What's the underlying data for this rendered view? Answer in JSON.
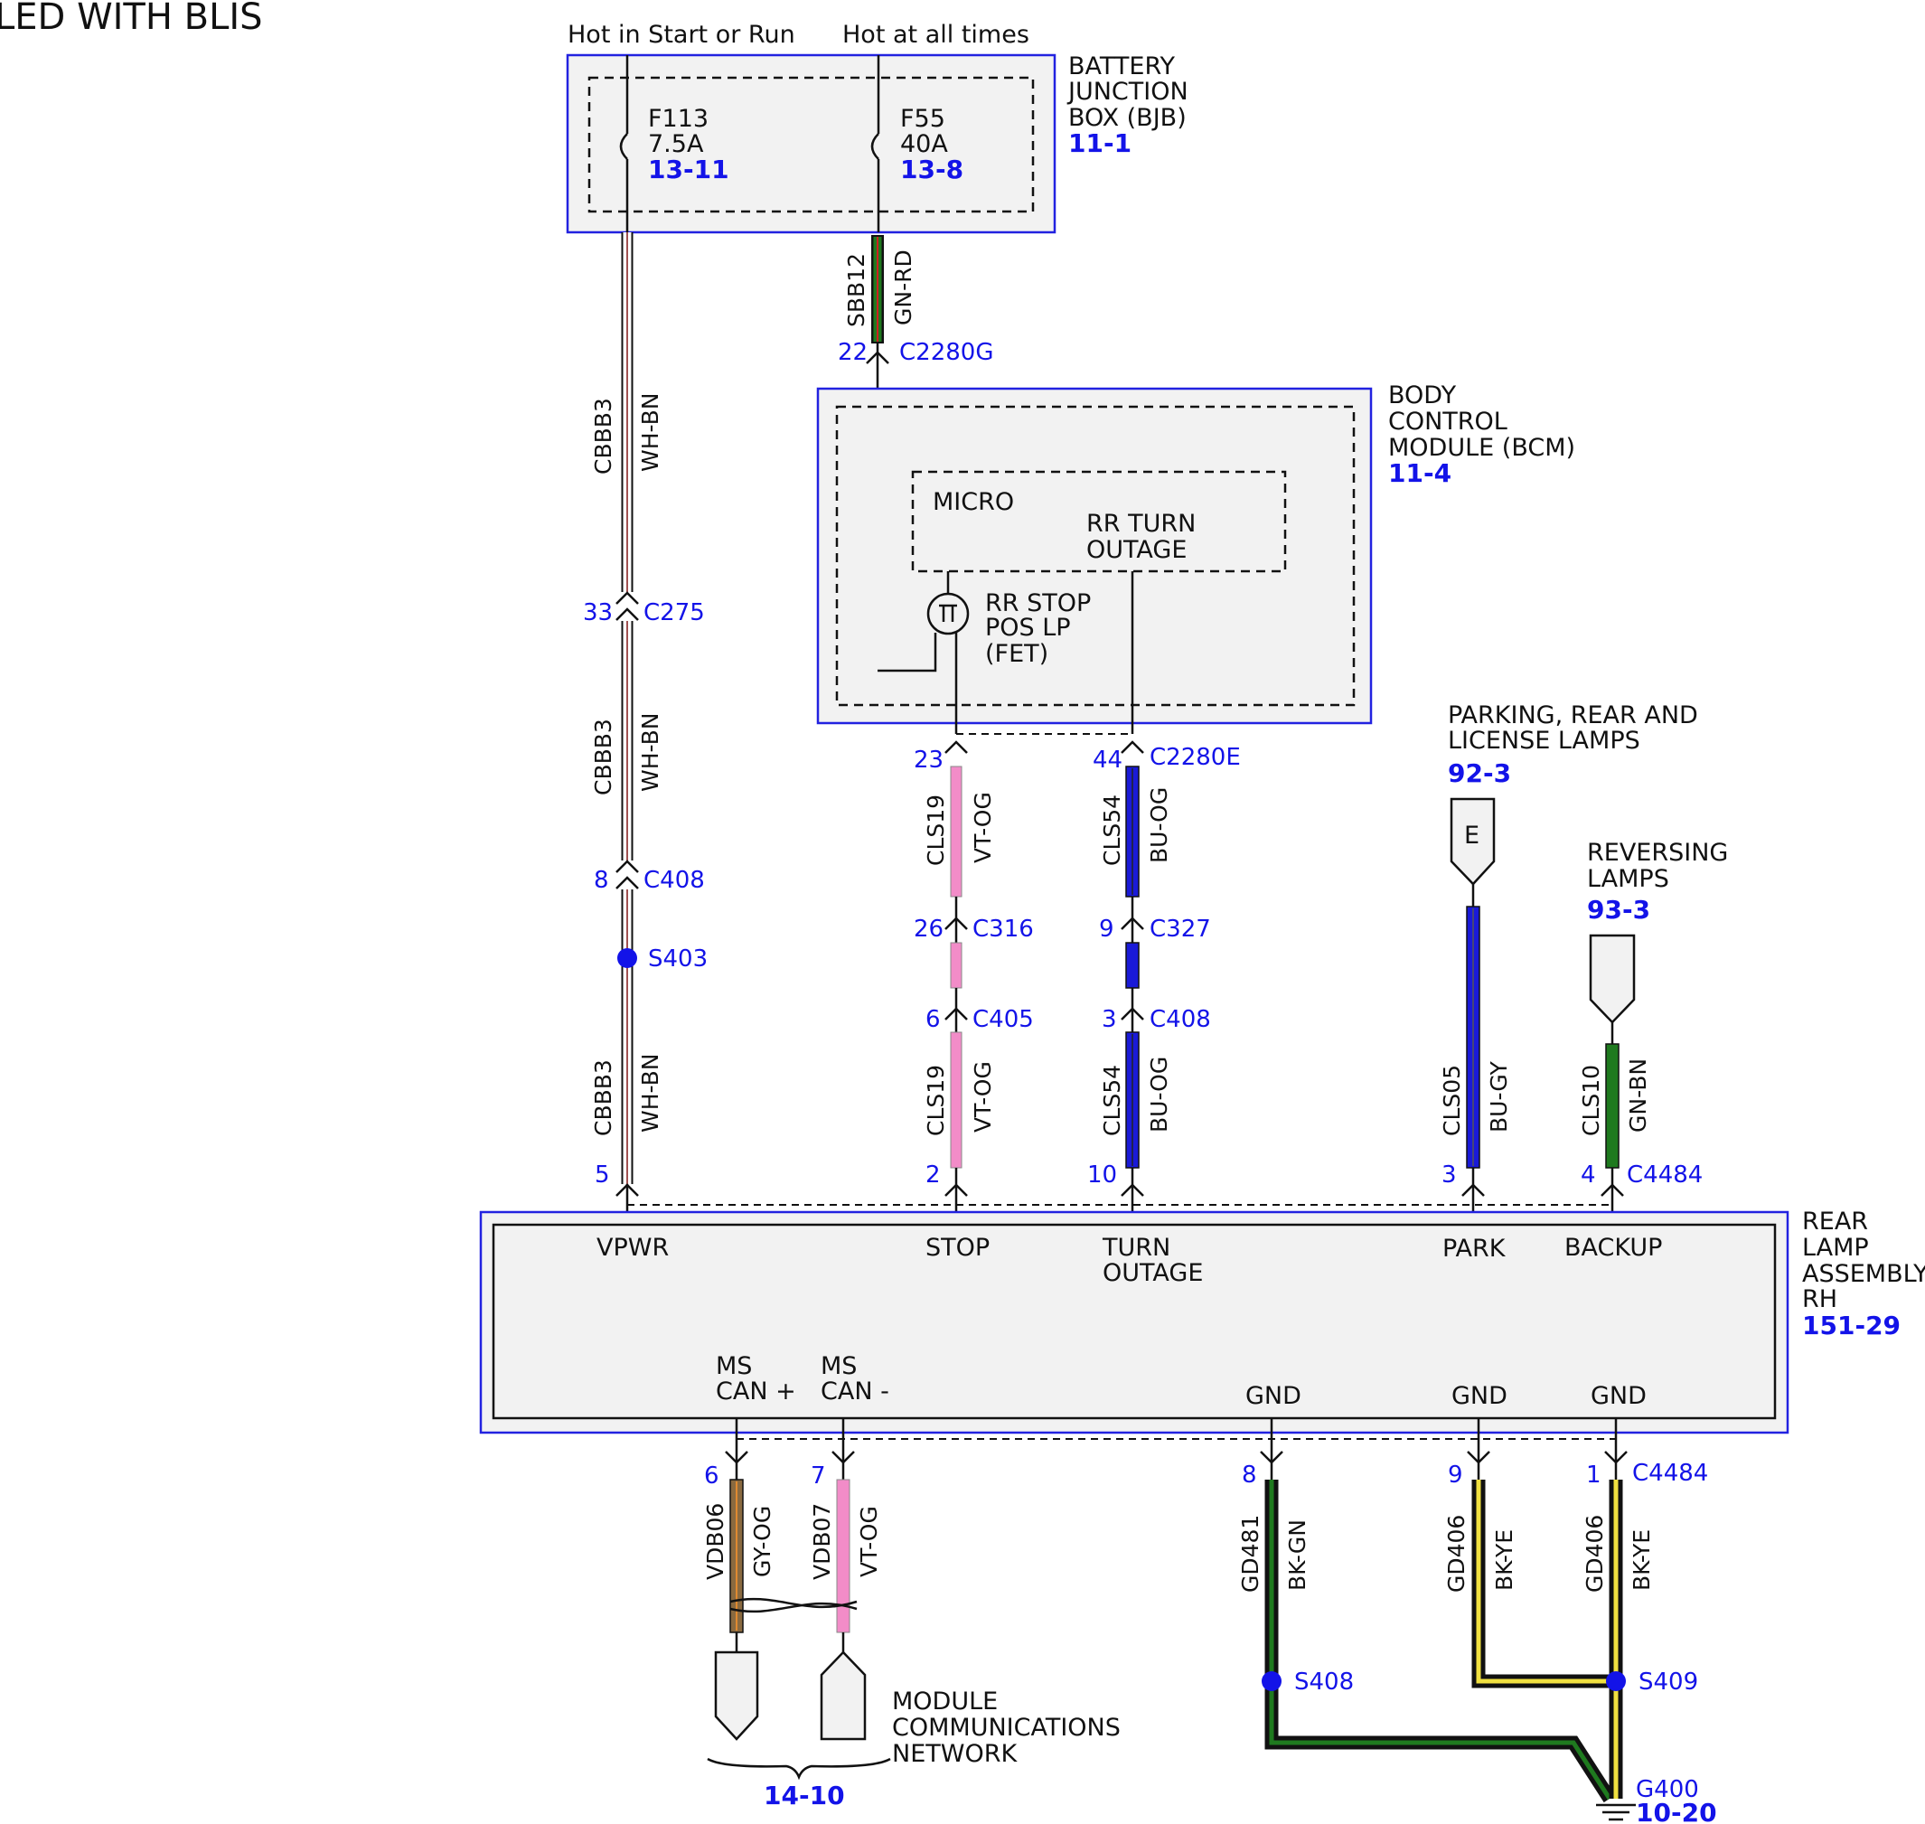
{
  "title": "LED WITH BLIS",
  "colors": {
    "ref_blue": "#1313e8",
    "box_border": "#2222e0",
    "box_fill": "#f2f2f2",
    "wh_bn_stripe": "#a05050",
    "green": "#1f7a1f",
    "violet_orange": "#f28cc8",
    "blue": "#1a1ad8",
    "yellow": "#f0e040",
    "black": "#111111",
    "gray_orange": "#8a6a40"
  },
  "power": {
    "hot_start_run": "Hot in Start or Run",
    "hot_all_times": "Hot at all times"
  },
  "bjb": {
    "name_line1": "BATTERY",
    "name_line2": "JUNCTION",
    "name_line3": "BOX (BJB)",
    "ref": "11-1",
    "fuse1": {
      "id": "F113",
      "rating": "7.5A",
      "ref": "13-11"
    },
    "fuse2": {
      "id": "F55",
      "rating": "40A",
      "ref": "13-8"
    }
  },
  "bcm": {
    "name_line1": "BODY",
    "name_line2": "CONTROL",
    "name_line3": "MODULE (BCM)",
    "ref": "11-4",
    "micro": "MICRO",
    "rr_turn_line1": "RR TURN",
    "rr_turn_line2": "OUTAGE",
    "rr_stop_line1": "RR STOP",
    "rr_stop_line2": "POS LP",
    "rr_stop_line3": "(FET)"
  },
  "wires": {
    "sbb12": {
      "circuit": "SBB12",
      "color": "GN-RD"
    },
    "cbbb3": {
      "circuit": "CBBB3",
      "color": "WH-BN"
    },
    "cls19": {
      "circuit": "CLS19",
      "color": "VT-OG"
    },
    "cls54": {
      "circuit": "CLS54",
      "color": "BU-OG"
    },
    "cls05": {
      "circuit": "CLS05",
      "color": "BU-GY"
    },
    "cls10": {
      "circuit": "CLS10",
      "color": "GN-BN"
    },
    "vdb06": {
      "circuit": "VDB06",
      "color": "GY-OG"
    },
    "vdb07": {
      "circuit": "VDB07",
      "color": "VT-OG"
    },
    "gd481": {
      "circuit": "GD481",
      "color": "BK-GN"
    },
    "gd406": {
      "circuit": "GD406",
      "color": "BK-YE"
    }
  },
  "connectors": {
    "c2280g": {
      "pin": "22",
      "name": "C2280G"
    },
    "c275": {
      "pin": "33",
      "name": "C275"
    },
    "c408_a": {
      "pin": "8",
      "name": "C408"
    },
    "c2280e_23": {
      "pin": "23"
    },
    "c2280e_44": {
      "pin": "44",
      "name": "C2280E"
    },
    "c316": {
      "pin": "26",
      "name": "C316"
    },
    "c327": {
      "pin": "9",
      "name": "C327"
    },
    "c405": {
      "pin": "6",
      "name": "C405"
    },
    "c408_b": {
      "pin": "3",
      "name": "C408"
    },
    "c4484_top": {
      "pins": [
        "5",
        "2",
        "10",
        "3",
        "4"
      ],
      "name": "C4484"
    },
    "c4484_bot": {
      "pins": [
        "6",
        "7",
        "8",
        "9",
        "1"
      ],
      "name": "C4484"
    }
  },
  "splices": {
    "s403": "S403",
    "s408": "S408",
    "s409": "S409"
  },
  "ground": {
    "name": "G400",
    "ref": "10-20"
  },
  "parking": {
    "line1": "PARKING, REAR AND",
    "line2": "LICENSE LAMPS",
    "ref": "92-3",
    "tag": "E"
  },
  "reversing": {
    "line1": "REVERSING",
    "line2": "LAMPS",
    "ref": "93-3"
  },
  "rear_lamp": {
    "name_line1": "REAR",
    "name_line2": "LAMP",
    "name_line3": "ASSEMBLY",
    "name_line4": "RH",
    "ref": "151-29",
    "pins_top": {
      "vpwr": "VPWR",
      "stop": "STOP",
      "turn1": "TURN",
      "turn2": "OUTAGE",
      "park": "PARK",
      "backup": "BACKUP"
    },
    "ms_can_plus_1": "MS",
    "ms_can_plus_2": "CAN +",
    "ms_can_minus_1": "MS",
    "ms_can_minus_2": "CAN -",
    "gnd": "GND"
  },
  "network": {
    "line1": "MODULE",
    "line2": "COMMUNICATIONS",
    "line3": "NETWORK",
    "ref": "14-10"
  }
}
